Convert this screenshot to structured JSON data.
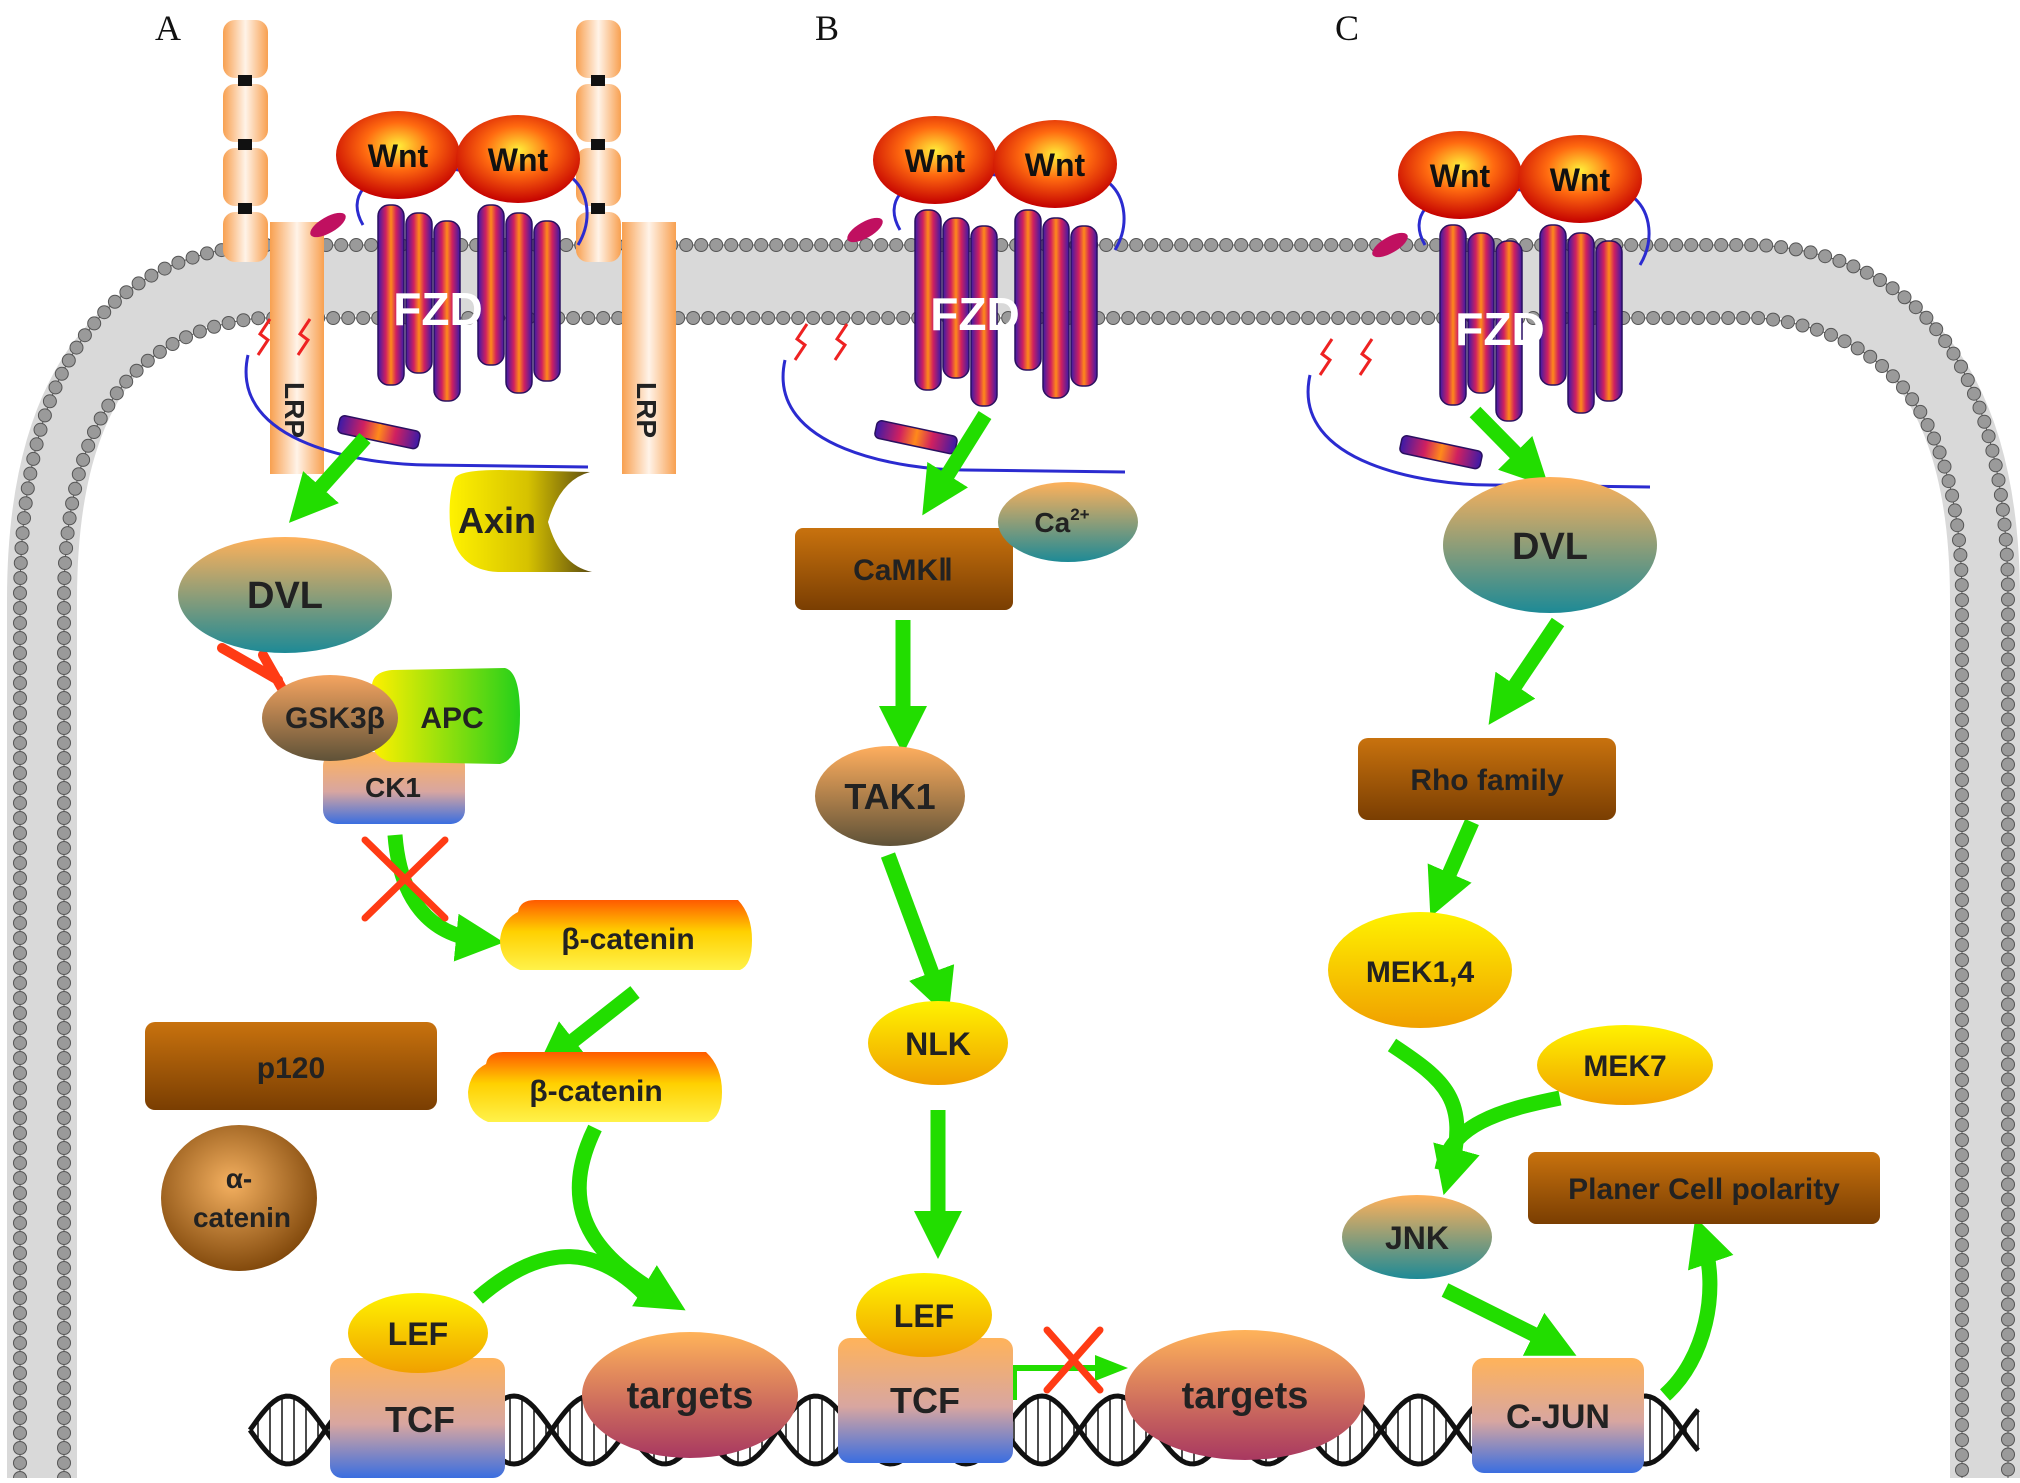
{
  "panels": {
    "a": "A",
    "b": "B",
    "c": "C"
  },
  "labels": {
    "wnt": "Wnt",
    "fzd": "FZD",
    "lrp": "LRP",
    "axin": "Axin",
    "dvl": "DVL",
    "gsk3b": "GSK3β",
    "apc": "APC",
    "ck1": "CK1",
    "beta_catenin": "β-catenin",
    "p120": "p120",
    "alpha_catenin_1": "α-",
    "alpha_catenin_2": "catenin",
    "lef": "LEF",
    "tcf": "TCF",
    "targets": "targets",
    "camkii": "CaMKⅡ",
    "ca": "Ca",
    "ca_sup": "2+",
    "tak1": "TAK1",
    "nlk": "NLK",
    "rho": "Rho family",
    "mek14": "MEK1,4",
    "mek7": "MEK7",
    "jnk": "JNK",
    "planar": "Planer Cell polarity",
    "cjun": "C-JUN"
  }
}
